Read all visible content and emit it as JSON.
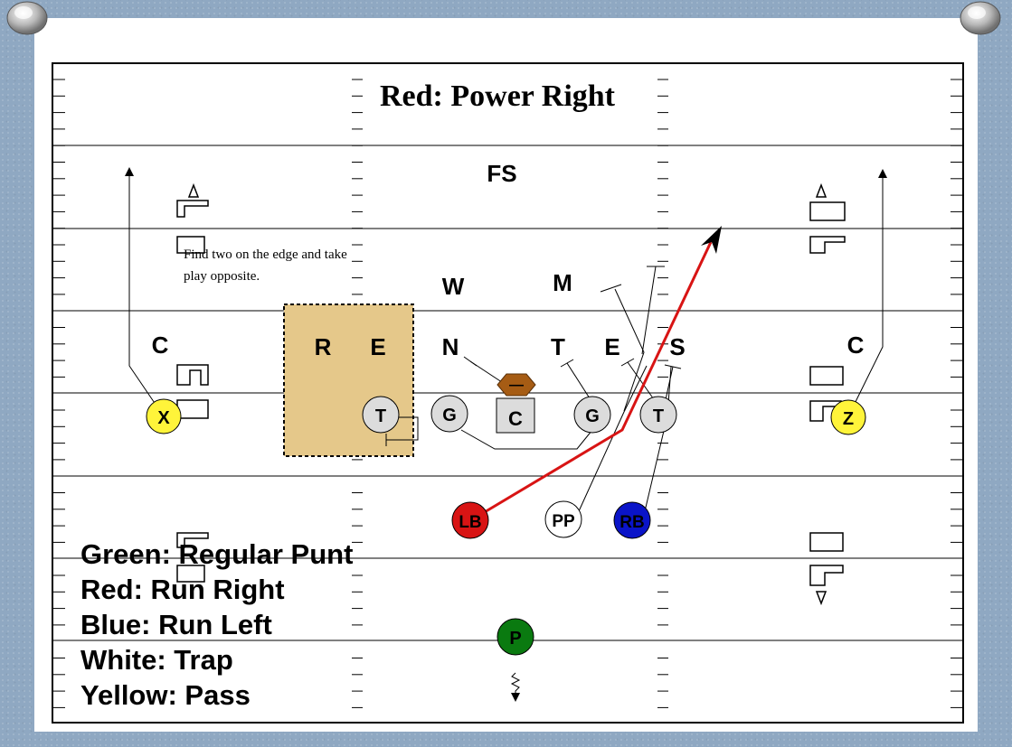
{
  "title": "Red:  Power Right",
  "note": [
    "Find two on the edge and take",
    "play opposite."
  ],
  "legend": [
    "Green:  Regular Punt",
    "Red:  Run Right",
    "Blue:  Run Left",
    "White:  Trap",
    "Yellow:  Pass"
  ],
  "colors": {
    "green": "#0a7a10",
    "red": "#d81414",
    "blue": "#0a14c8",
    "white": "#ffffff",
    "yellow": "#fff43a",
    "highlight": "#e5c88a",
    "gray": "#dcdcdc",
    "ball": "#a65c14"
  },
  "defense": {
    "fs": "FS",
    "w": "W",
    "m": "M",
    "c_left": "C",
    "r": "R",
    "e_left": "E",
    "n": "N",
    "t": "T",
    "e_right": "E",
    "s": "S",
    "c_right": "C"
  },
  "offense": {
    "x": "X",
    "t_left": "T",
    "g_left": "G",
    "center": "C",
    "g_right": "G",
    "t_right": "T",
    "z": "Z",
    "lb": "LB",
    "pp": "PP",
    "rb": "RB",
    "p": "P"
  },
  "ball_mark": "—"
}
